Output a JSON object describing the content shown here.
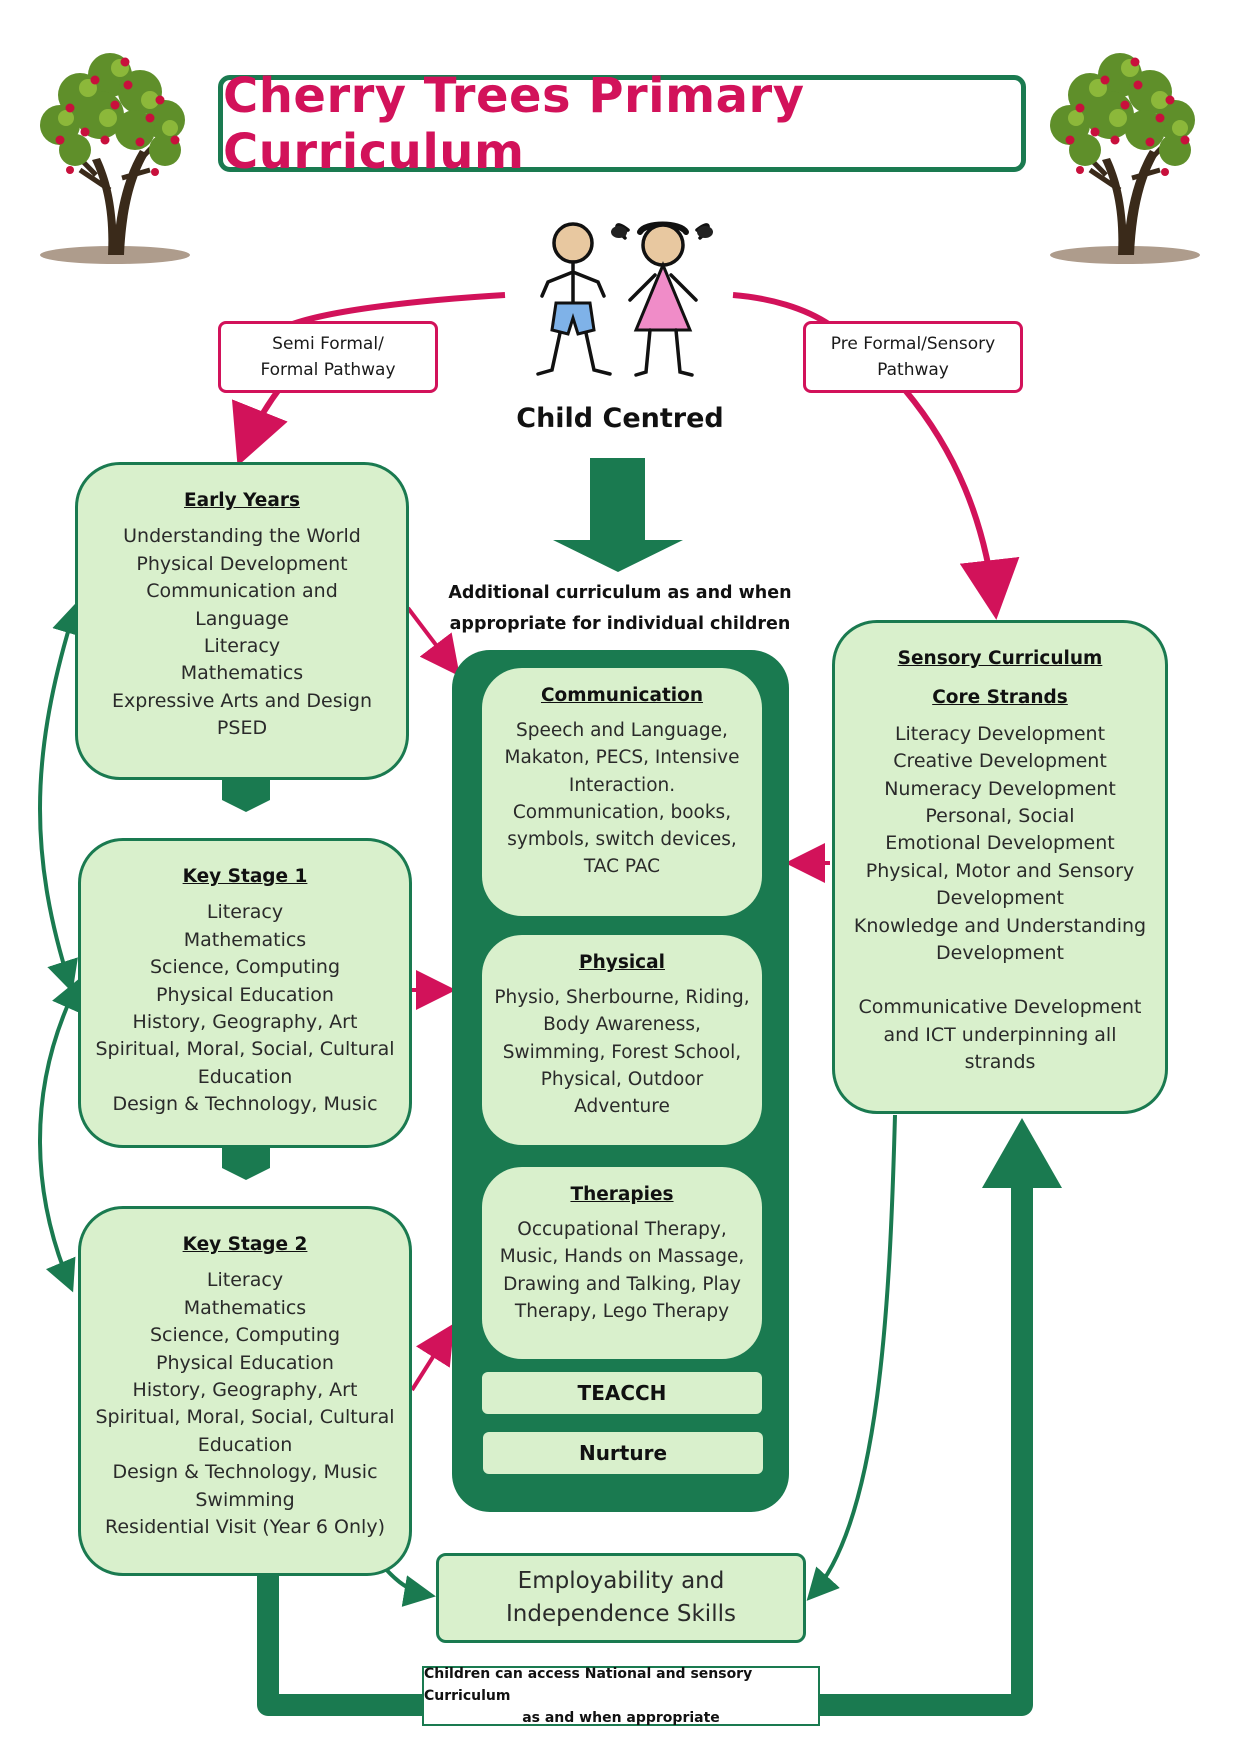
{
  "title": "Cherry Trees Primary Curriculum",
  "child_centred": "Child Centred",
  "pathways": {
    "left": [
      "Semi Formal/",
      "Formal Pathway"
    ],
    "right": [
      "Pre Formal/Sensory",
      "Pathway"
    ]
  },
  "additional": [
    "Additional curriculum as and when",
    "appropriate for individual children"
  ],
  "early_years": {
    "heading": "Early Years",
    "items": [
      "Understanding the World",
      "Physical Development",
      "Communication and",
      "Language",
      "Literacy",
      "Mathematics",
      "Expressive Arts and Design",
      "PSED"
    ]
  },
  "key_stage_1": {
    "heading": "Key Stage 1",
    "items": [
      "Literacy",
      "Mathematics",
      "Science, Computing",
      "Physical Education",
      "History, Geography, Art",
      "Spiritual, Moral, Social, Cultural",
      "Education",
      "Design & Technology, Music"
    ]
  },
  "key_stage_2": {
    "heading": "Key Stage 2",
    "items": [
      "Literacy",
      "Mathematics",
      "Science, Computing",
      "Physical Education",
      "History, Geography, Art",
      "Spiritual, Moral, Social, Cultural",
      "Education",
      "Design & Technology, Music",
      "Swimming",
      "Residential Visit (Year 6 Only)"
    ]
  },
  "communication": {
    "heading": "Communication",
    "items": [
      "Speech and Language,",
      "Makaton, PECS, Intensive",
      "Interaction.",
      "Communication, books,",
      "symbols, switch devices,",
      "TAC PAC"
    ]
  },
  "physical": {
    "heading": "Physical",
    "items": [
      "Physio, Sherbourne, Riding,",
      "Body Awareness,",
      "Swimming, Forest School,",
      "Physical, Outdoor",
      "Adventure"
    ]
  },
  "therapies": {
    "heading": "Therapies",
    "items": [
      "Occupational Therapy,",
      "Music, Hands on Massage,",
      "Drawing and Talking, Play",
      "Therapy, Lego Therapy"
    ]
  },
  "teacch": "TEACCH",
  "nurture": "Nurture",
  "sensory": {
    "heading": "Sensory Curriculum",
    "subheading": "Core Strands",
    "items": [
      "Literacy Development",
      "Creative Development",
      "Numeracy Development",
      "Personal, Social",
      "Emotional Development",
      "Physical, Motor and Sensory",
      "Development",
      "Knowledge and Understanding",
      "Development"
    ],
    "footer": [
      "Communicative Development",
      "and ICT underpinning all",
      "strands"
    ]
  },
  "employability": [
    "Employability and",
    "Independence Skills"
  ],
  "bottom_note": [
    "Children can access National and sensory Curriculum",
    "as and when appropriate"
  ],
  "colors": {
    "dark_green": "#1a7a50",
    "light_green": "#d9f0cc",
    "magenta": "#d2125a"
  },
  "icons": [
    "cherry-tree-icon",
    "boy-icon",
    "girl-icon"
  ]
}
